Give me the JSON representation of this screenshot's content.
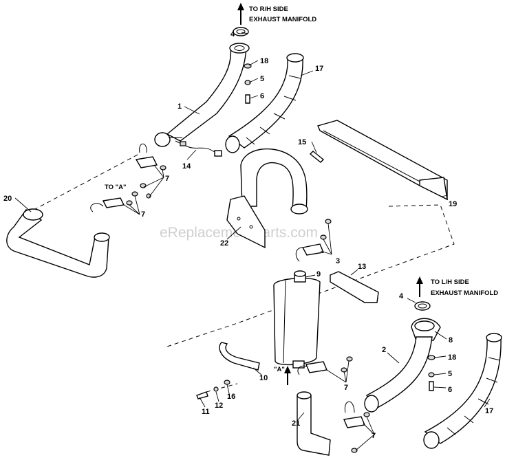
{
  "notes": {
    "rh_manifold_line1": "TO R/H SIDE",
    "rh_manifold_line2": "EXHAUST MANIFOLD",
    "lh_manifold_line1": "TO L/H SIDE",
    "lh_manifold_line2": "EXHAUST MANIFOLD",
    "to_a": "TO \"A\"",
    "a_ref": "\"A\""
  },
  "watermark": "eReplacementParts.com",
  "callouts": {
    "c1": "1",
    "c2": "2",
    "c3": "3",
    "c4a": "4",
    "c4b": "4",
    "c5a": "5",
    "c5b": "5",
    "c6a": "6",
    "c6b": "6",
    "c7a": "7",
    "c7b": "7",
    "c7c": "7",
    "c7d": "7",
    "c8": "8",
    "c9": "9",
    "c10": "10",
    "c11": "11",
    "c12": "12",
    "c13": "13",
    "c14": "14",
    "c15": "15",
    "c16": "16",
    "c17a": "17",
    "c17b": "17",
    "c18a": "18",
    "c18b": "18",
    "c19": "19",
    "c20": "20",
    "c21": "21",
    "c22": "22"
  }
}
